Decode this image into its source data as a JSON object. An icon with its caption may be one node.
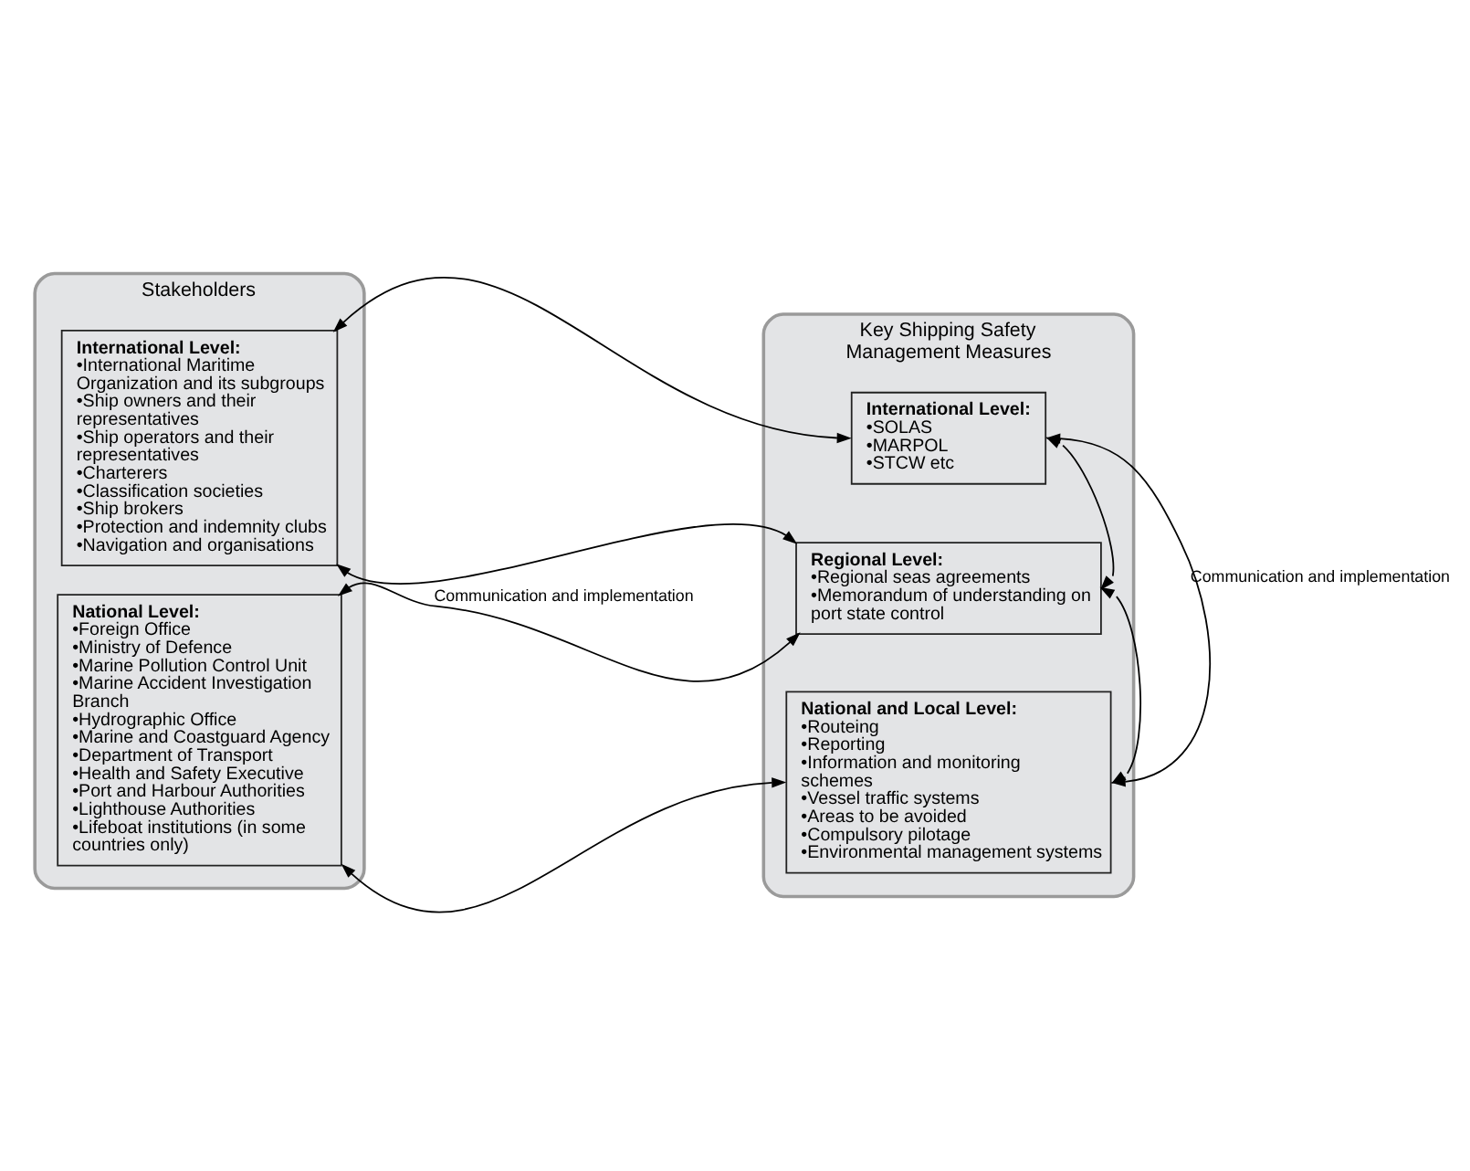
{
  "diagram": {
    "nodes": [
      {
        "text": [
          "Stakeholders"
        ]
      },
      {
        "text": [
          "International Level:",
          "•International Maritime Organization and its subgroups",
          "•Ship owners and their representatives",
          "•Ship operators and their representatives",
          "•Charterers",
          "•Classification societies",
          "•Ship brokers",
          "•Protection and indemnity clubs",
          "•Navigation and organisations"
        ],
        "in": 0
      },
      {
        "text": [
          "National Level:",
          "•Foreign Office",
          "•Ministry of Defence",
          "•Marine Pollution Control Unit",
          "•Marine Accident Investigation Branch",
          "•Hydrographic Office",
          "•Marine and Coastguard Agency",
          "•Department of Transport",
          "•Health and Safety Executive",
          "•Port and Harbour Authorities",
          "•Lighthouse Authorities",
          "•Lifeboat institutions (in some countries only)"
        ],
        "in": 0
      },
      {
        "text": [
          "Key Shipping Safety Management Measures"
        ]
      },
      {
        "text": [
          "International Level:",
          "•SOLAS",
          "•MARPOL",
          "•STCW etc"
        ],
        "in": 3
      },
      {
        "text": [
          "Regional Level:",
          "•Regional seas agreements",
          "•Memorandum of understanding on port state control"
        ],
        "in": 3
      },
      {
        "text": [
          "National and Local Level:",
          "•Routeing",
          "•Reporting",
          "•Information and monitoring schemes",
          "•Vessel traffic systems",
          "•Areas to be avoided",
          "•Compulsory pilotage",
          "•Environmental management systems"
        ],
        "in": 3
      }
    ],
    "edges": [
      {
        "from": 1,
        "to": 4,
        "arrow": "both"
      },
      {
        "from": 1,
        "to": 5,
        "arrow": "both"
      },
      {
        "from": 2,
        "to": 5,
        "arrow": "both",
        "label": "Communication and implementation"
      },
      {
        "from": 2,
        "to": 6,
        "arrow": "both"
      },
      {
        "from": 4,
        "to": 6,
        "arrow": "both",
        "label": "Communication and implementation"
      },
      {
        "from": 4,
        "to": 5,
        "arrow": "both"
      },
      {
        "from": 5,
        "to": 6,
        "arrow": "both"
      }
    ]
  }
}
